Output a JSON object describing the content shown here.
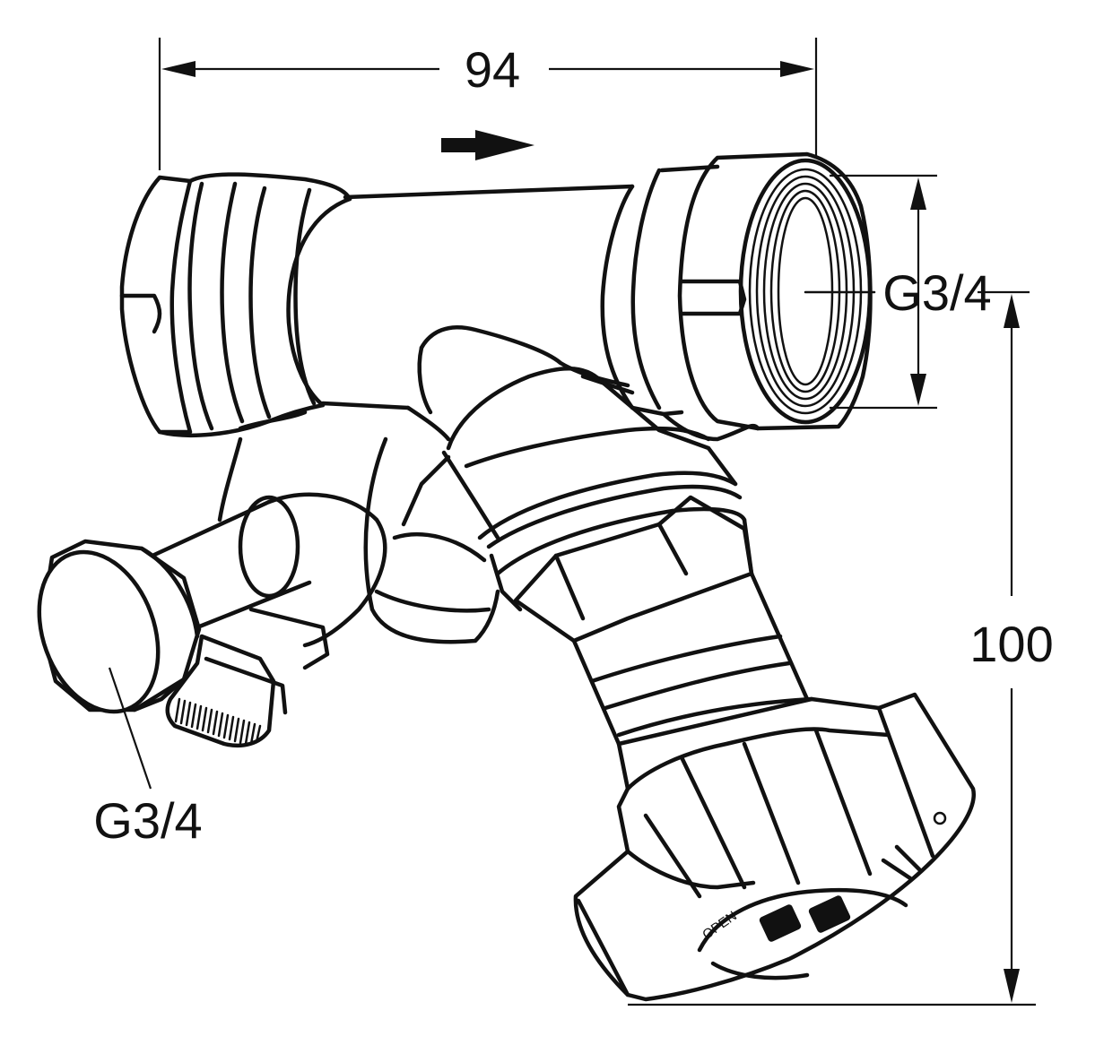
{
  "dimensions": {
    "width_label": "94",
    "height_label": "100",
    "right_thread_label": "G3/4",
    "left_thread_label": "G3/4"
  },
  "handwheel": {
    "open_label": "OPEN"
  }
}
